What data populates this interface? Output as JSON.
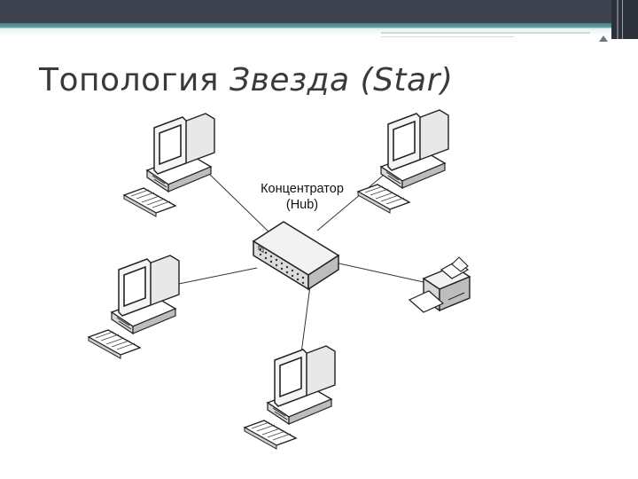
{
  "title": {
    "main": "Топология",
    "italic": "Звезда (Star)"
  },
  "hub": {
    "line1": "Концентратор",
    "line2": "(Hub)"
  },
  "nodes": [
    {
      "name": "computer-top-left",
      "type": "computer"
    },
    {
      "name": "computer-top-right",
      "type": "computer"
    },
    {
      "name": "computer-middle-left",
      "type": "computer"
    },
    {
      "name": "computer-bottom",
      "type": "computer"
    },
    {
      "name": "printer-right",
      "type": "printer"
    }
  ],
  "colors": {
    "header": "#3d4450",
    "accent": "#4a7f86",
    "title_text": "#3a3a3a"
  }
}
